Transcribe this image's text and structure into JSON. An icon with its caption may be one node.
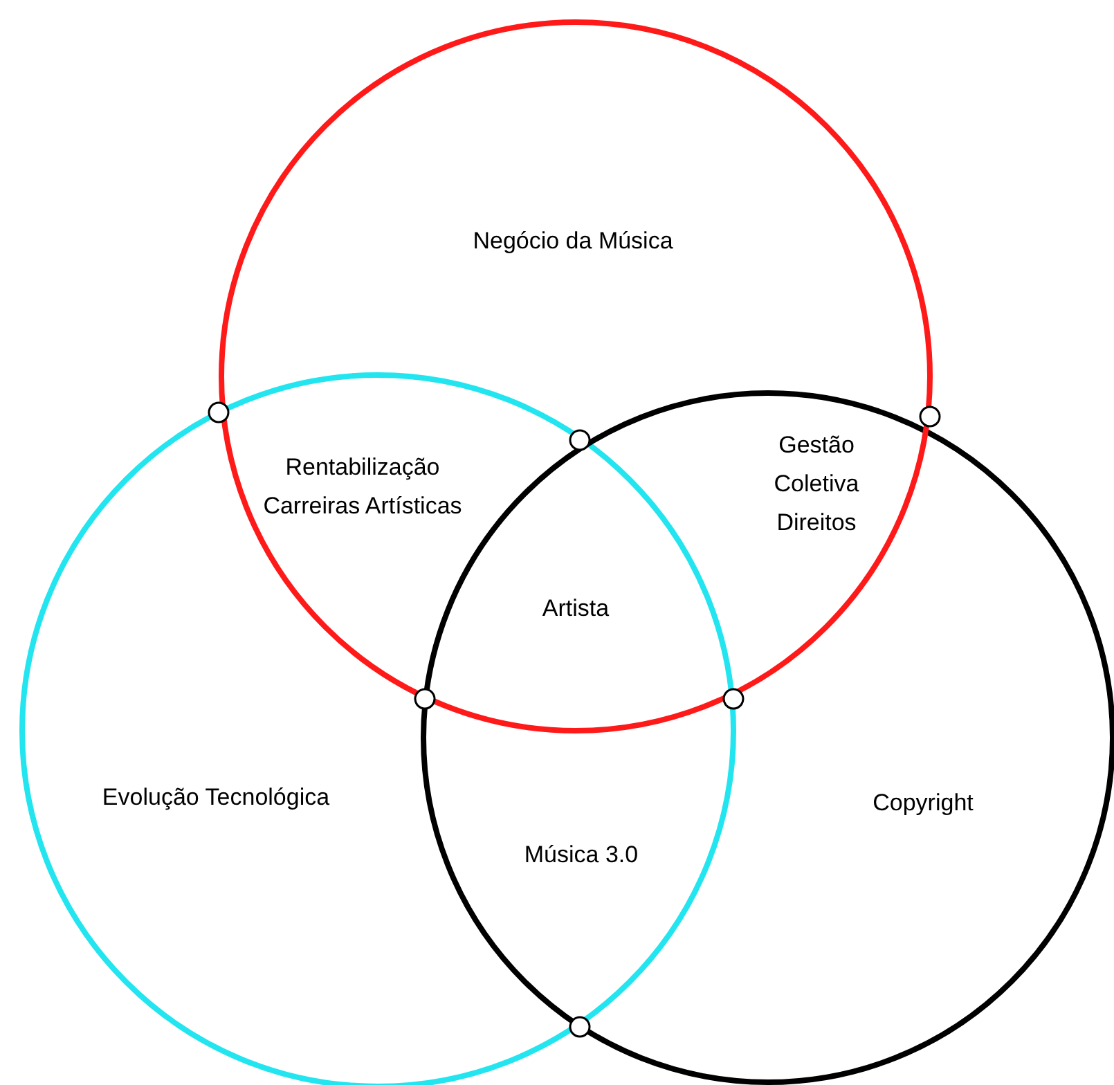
{
  "diagram": {
    "nodes": [
      {
        "text": [
          "Negócio da Música"
        ]
      },
      {
        "text": [
          "Evolução Tecnológica"
        ]
      },
      {
        "text": [
          "Copyright"
        ]
      }
    ],
    "labels": [
      "Rentabilização Carreiras Artísticas",
      "Gestão Coletiva Direitos",
      "Artista",
      "Música 3.0"
    ]
  }
}
